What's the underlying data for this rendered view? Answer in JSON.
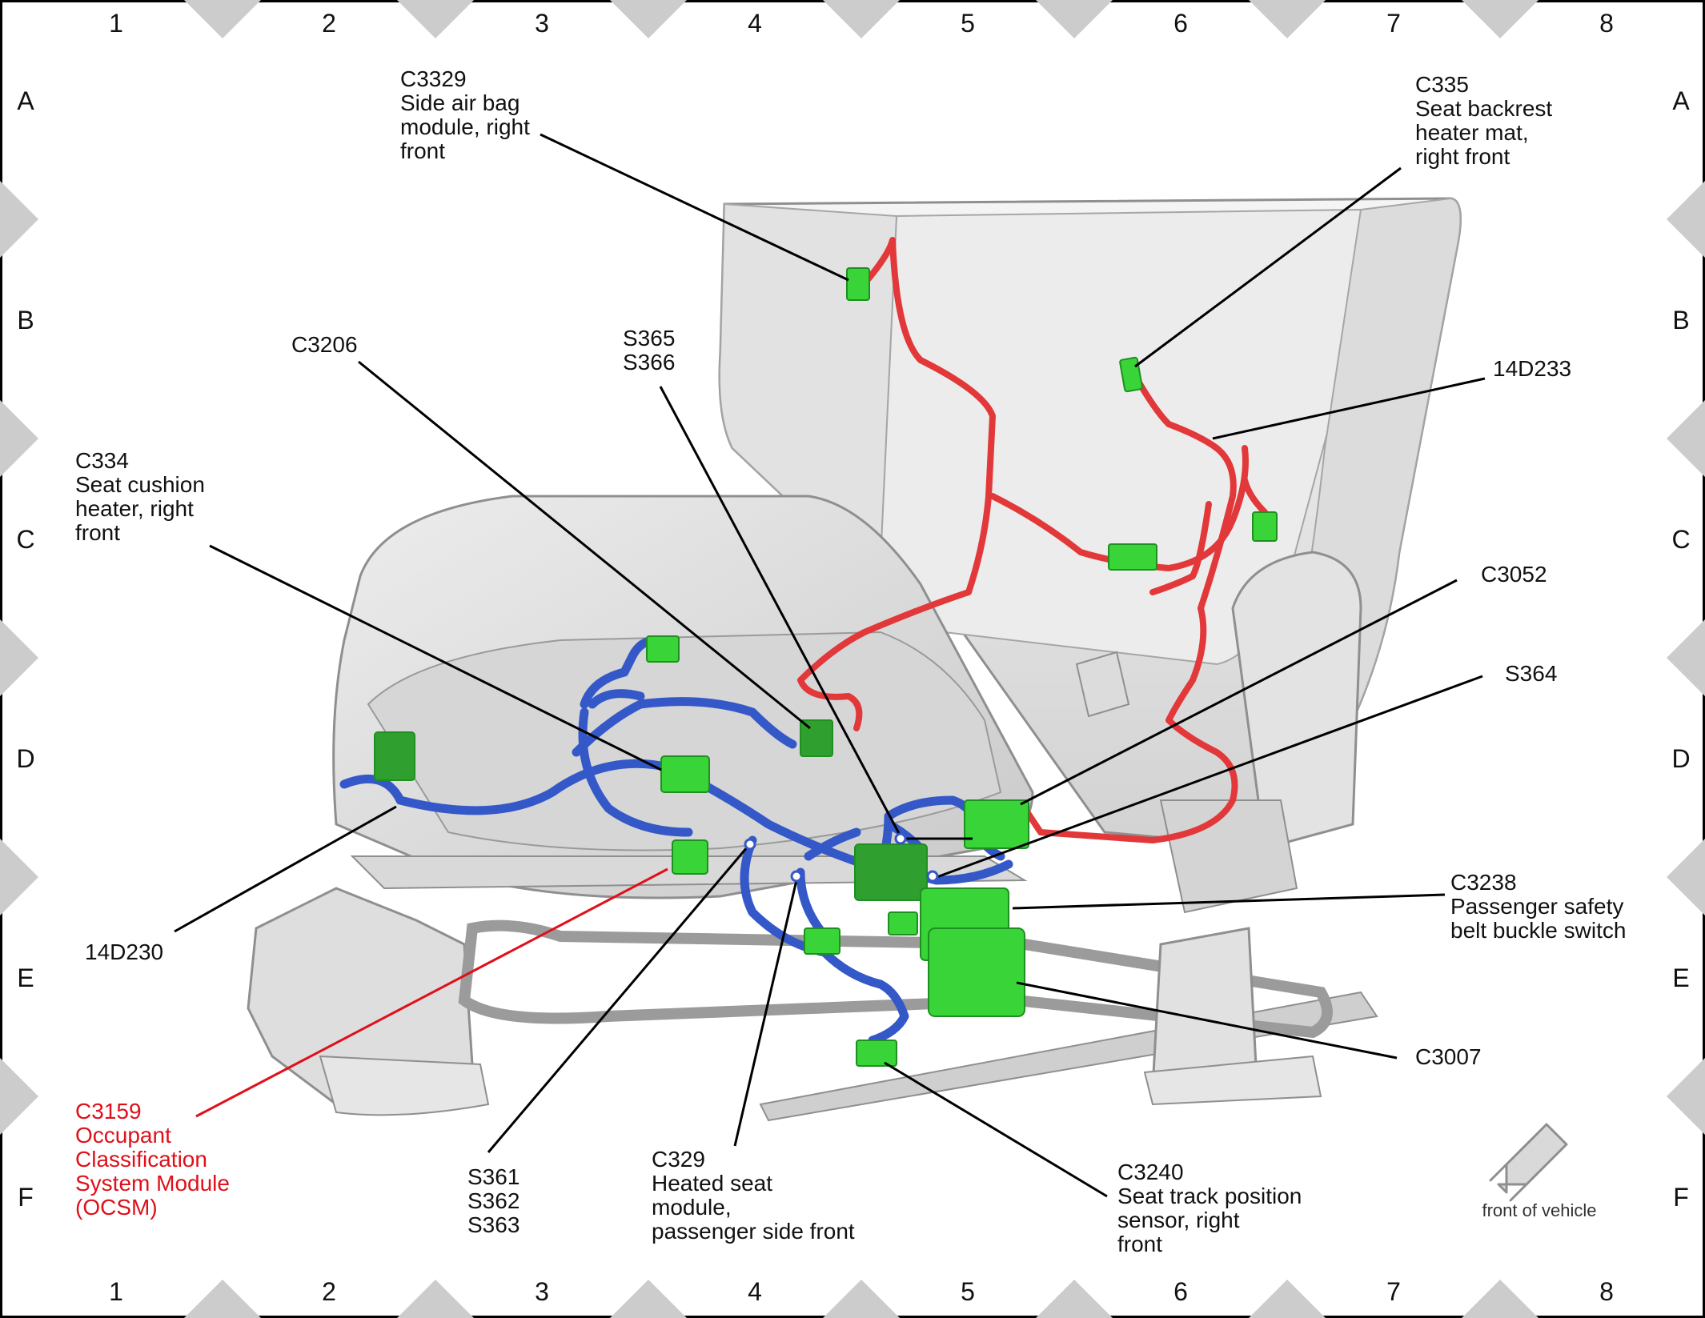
{
  "grid": {
    "columns": [
      "1",
      "2",
      "3",
      "4",
      "5",
      "6",
      "7",
      "8"
    ],
    "rows": [
      "A",
      "B",
      "C",
      "D",
      "E",
      "F"
    ]
  },
  "callouts": {
    "c3329": [
      "C3329",
      "Side air bag",
      "module, right",
      "front"
    ],
    "c335": [
      "C335",
      "Seat backrest",
      "heater mat,",
      "right front"
    ],
    "c3206": [
      "C3206"
    ],
    "s365": [
      "S365",
      "S366"
    ],
    "d14d233": [
      "14D233"
    ],
    "c334": [
      "C334",
      "Seat cushion",
      "heater, right",
      "front"
    ],
    "c3052": [
      "C3052"
    ],
    "s364": [
      "S364"
    ],
    "c3238": [
      "C3238",
      "Passenger safety",
      "belt buckle switch"
    ],
    "d14d230": [
      "14D230"
    ],
    "c3007": [
      "C3007"
    ],
    "c3159": [
      "C3159",
      "Occupant",
      "Classification",
      "System Module",
      "(OCSM)"
    ],
    "s361": [
      "S361",
      "S362",
      "S363"
    ],
    "c329": [
      "C329",
      "Heated seat",
      "module,",
      "passenger side front"
    ],
    "c3240": [
      "C3240",
      "Seat track position",
      "sensor, right",
      "front"
    ]
  },
  "orientation": {
    "label": "front of vehicle"
  },
  "colors": {
    "border": "#000000",
    "diamond": "#cccccc",
    "seat_fill": "#e9e9e9",
    "seat_stroke": "#8f8f8f",
    "harness_red": "#e2383a",
    "harness_blue": "#3458c8",
    "connector_green": "#38d438",
    "callout_red": "#e0101a"
  }
}
